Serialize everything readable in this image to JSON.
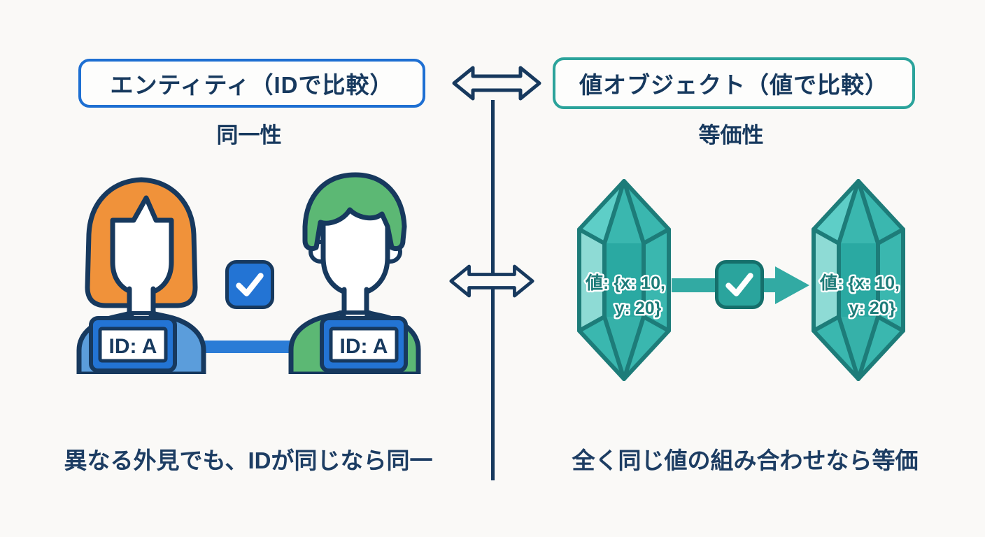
{
  "diagram": {
    "left": {
      "title": "エンティティ（IDで比較）",
      "subtitle": "同一性",
      "badge_label": "ID: A",
      "caption": "異なる外見でも、IDが同じなら同一"
    },
    "right": {
      "title": "値オブジェクト（値で比較）",
      "subtitle": "等価性",
      "value_line1": "値: {x: 10,",
      "value_line2": "y: 20}",
      "caption": "全く同じ値の組み合わせなら等価"
    },
    "colors": {
      "background": "#faf9f7",
      "navy_outline": "#17395e",
      "blue_accent": "#1e6fd2",
      "teal_accent": "#2ba39b",
      "hair_orange": "#f0923a",
      "shirt_blue": "#5b9ddb",
      "shirt_green": "#5cb874",
      "badge_blue": "#2374d4",
      "crystal_teal": "#3ab7af",
      "crystal_teal_light": "#8edbd5",
      "crystal_outline": "#1d7c79"
    }
  }
}
